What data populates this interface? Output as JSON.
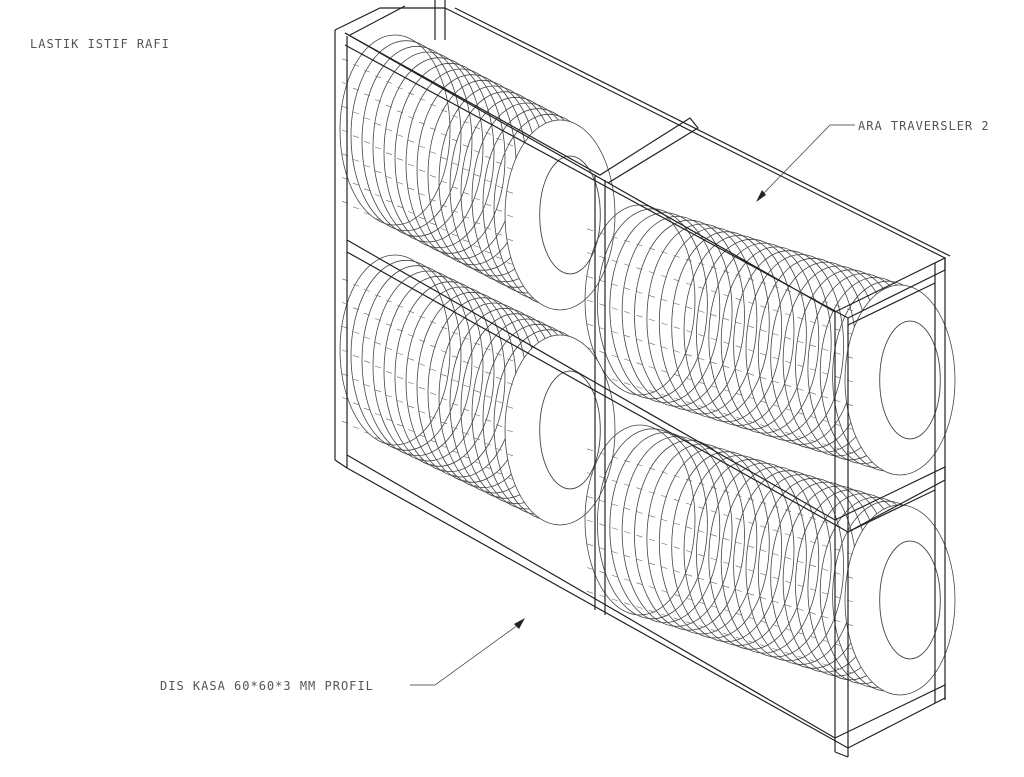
{
  "drawing": {
    "title": "LASTIK ISTIF RAFI",
    "labels": {
      "inner_beams": "ARA TRAVERSLER 2",
      "outer_frame": "DIS KASA 60*60*3 MM PROFIL"
    }
  }
}
